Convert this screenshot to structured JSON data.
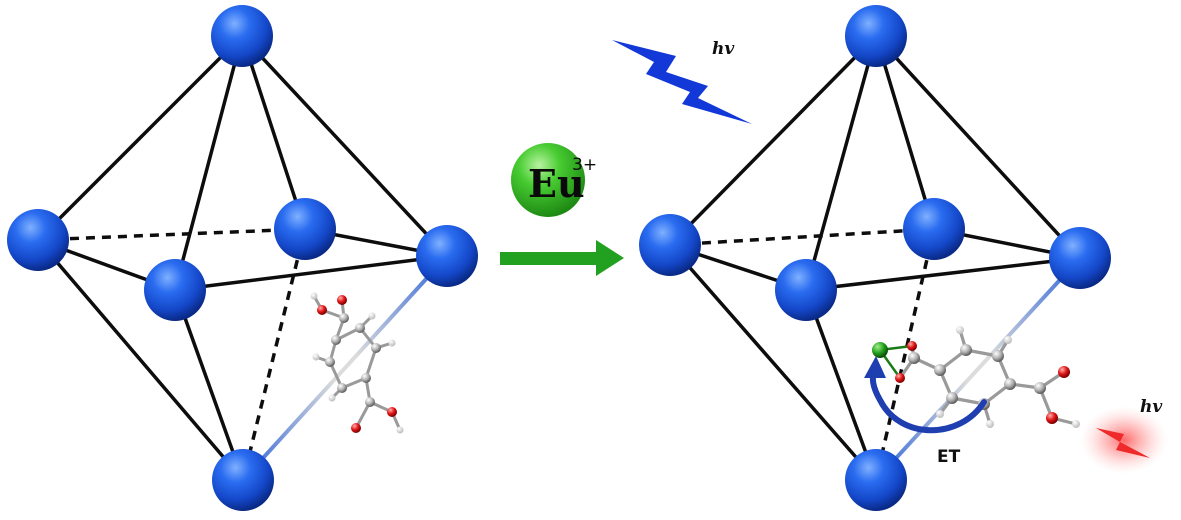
{
  "left_octahedron": {
    "name": "octahedron-before",
    "ligand": "terephthalate-linker"
  },
  "right_octahedron": {
    "name": "octahedron-after",
    "ligand": "terephthalate-linker-with-eu"
  },
  "reaction": {
    "ion_symbol": "Eu",
    "ion_charge": "3+",
    "arrow_color": "#22a01f",
    "ion_color": "#36c02a"
  },
  "labels": {
    "excitation_hv": "hv",
    "emission_hv": "hv",
    "energy_transfer": "ET"
  },
  "colors": {
    "node_blue": "#1a5ae0",
    "excitation_bolt": "#1238d8",
    "emission_bolt": "#ee2a2a",
    "edge": "#0d0d0d",
    "et_arrow": "#1f3fb0"
  }
}
